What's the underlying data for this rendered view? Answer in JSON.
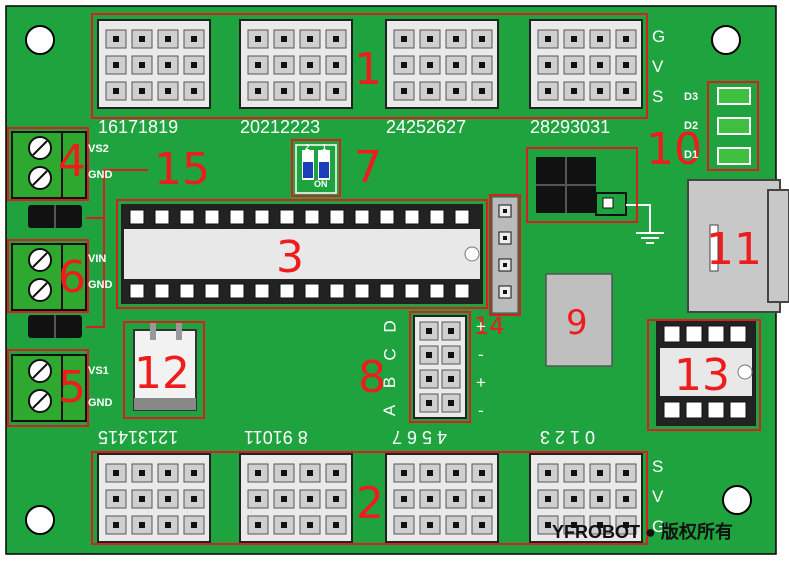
{
  "callouts": [
    "1",
    "2",
    "3",
    "4",
    "5",
    "6",
    "7",
    "8",
    "9",
    "10",
    "11",
    "12",
    "13",
    "14",
    "15"
  ],
  "top_rows": [
    "G",
    "V",
    "S"
  ],
  "bottom_rows": [
    "S",
    "V",
    "G"
  ],
  "top_pin_groups": [
    "16171819",
    "20212223",
    "24252627",
    "28293031"
  ],
  "bottom_pin_groups": [
    "12131415",
    "8 91011",
    "4 5 6 7",
    "0 1 2 3"
  ],
  "terminal_labels": {
    "vs2": "VS2",
    "gnd_top": "GND",
    "vin": "VIN",
    "gnd_mid": "GND",
    "vs1": "VS1",
    "gnd_bottom": "GND"
  },
  "led_labels": [
    "D3",
    "D2",
    "D1"
  ],
  "dip_switch": {
    "on_text": "ON",
    "pos1": "1",
    "pos2": "2"
  },
  "header_abcd": [
    "D",
    "C",
    "B",
    "A"
  ],
  "header_signs": [
    "+",
    "-",
    "+",
    "-"
  ],
  "copyright": "YFROBOT ● 版权所有",
  "colors": {
    "board": "#1fa33f",
    "callout": "#ee1c1c",
    "outline": "#d42020",
    "terminal": "#2ea82e"
  }
}
